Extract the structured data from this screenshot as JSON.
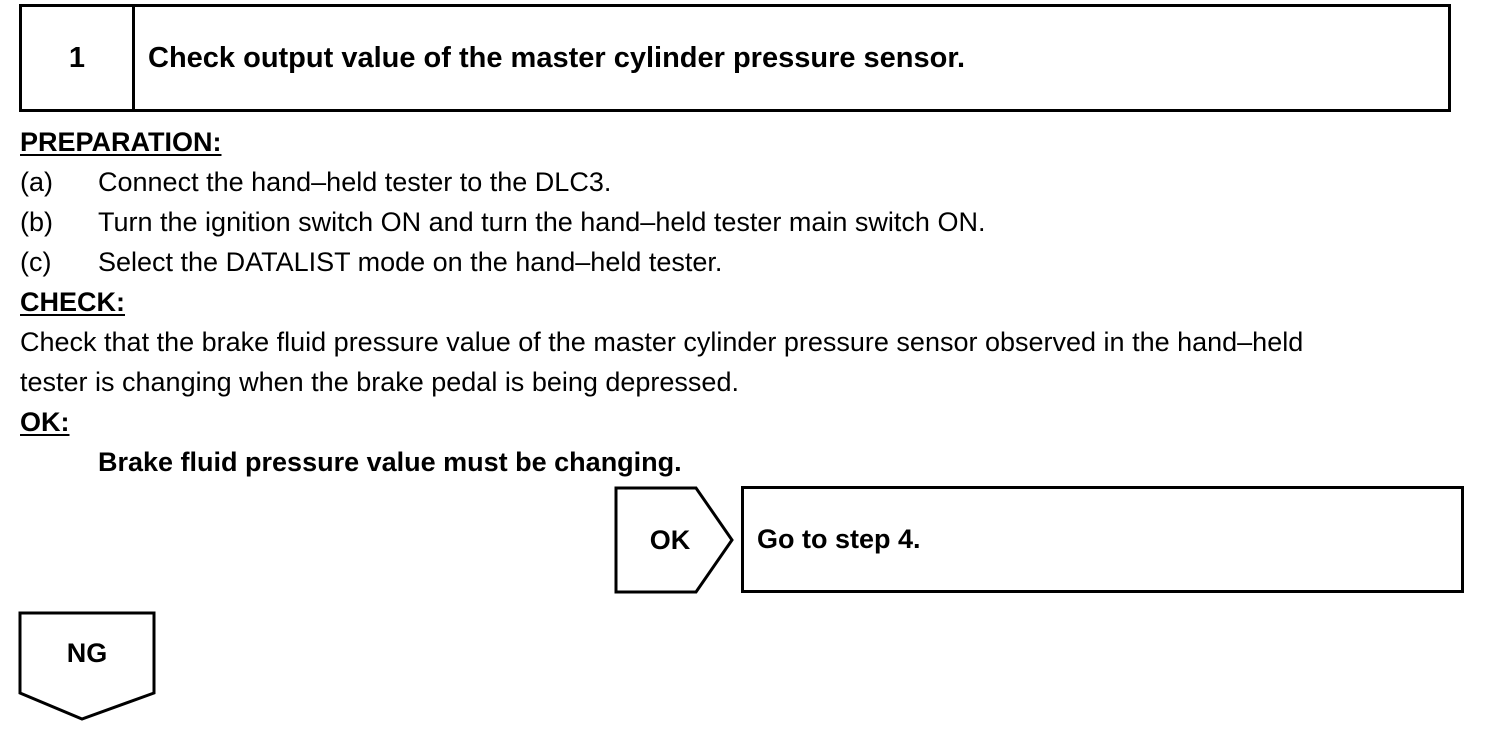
{
  "step": {
    "number": "1",
    "title": "Check output value of the master cylinder pressure sensor."
  },
  "preparation": {
    "heading": "PREPARATION:",
    "items": [
      {
        "label": "(a)",
        "text": "Connect the hand–held tester to the DLC3."
      },
      {
        "label": "(b)",
        "text": "Turn the ignition switch ON and turn the hand–held tester main switch ON."
      },
      {
        "label": "(c)",
        "text": "Select the DATALIST mode on the hand–held tester."
      }
    ]
  },
  "check": {
    "heading": "CHECK:",
    "lines": [
      "Check that the brake fluid pressure value of the master cylinder pressure sensor observed in the hand–held",
      "tester is changing when the brake pedal is being depressed."
    ]
  },
  "ok": {
    "heading": "OK:",
    "spec": "Brake fluid pressure value must be changing."
  },
  "flow": {
    "ok_label": "OK",
    "ok_result": "Go to step 4.",
    "ng_label": "NG"
  }
}
